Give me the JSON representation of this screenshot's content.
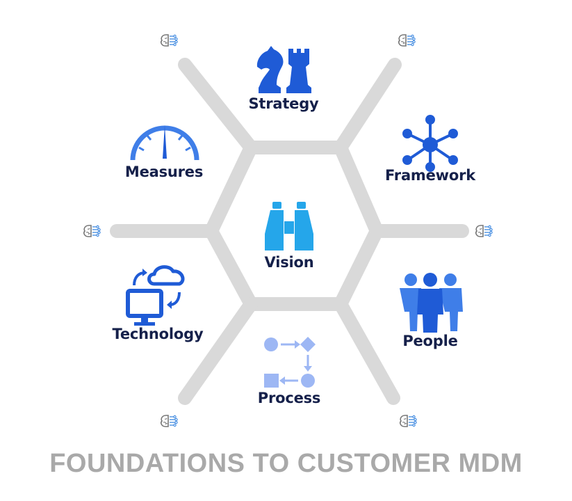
{
  "title": "FOUNDATIONS TO CUSTOMER MDM",
  "center": {
    "label": "Vision",
    "icon": "binoculars-icon"
  },
  "segments": [
    {
      "label": "Strategy",
      "icon": "chess-pieces-icon"
    },
    {
      "label": "Framework",
      "icon": "network-hub-icon"
    },
    {
      "label": "People",
      "icon": "people-group-icon"
    },
    {
      "label": "Process",
      "icon": "process-flow-icon"
    },
    {
      "label": "Technology",
      "icon": "computer-cloud-sync-icon"
    },
    {
      "label": "Measures",
      "icon": "gauge-icon"
    }
  ],
  "corner_icons": "brain-circuit-icon",
  "colors": {
    "connector": "#d9d9d9",
    "icon_blue": "#1f5bd6",
    "icon_light_blue": "#25a6ea",
    "icon_pale_blue": "#9db7f4",
    "label": "#15204a",
    "title": "#a9a9a9"
  }
}
